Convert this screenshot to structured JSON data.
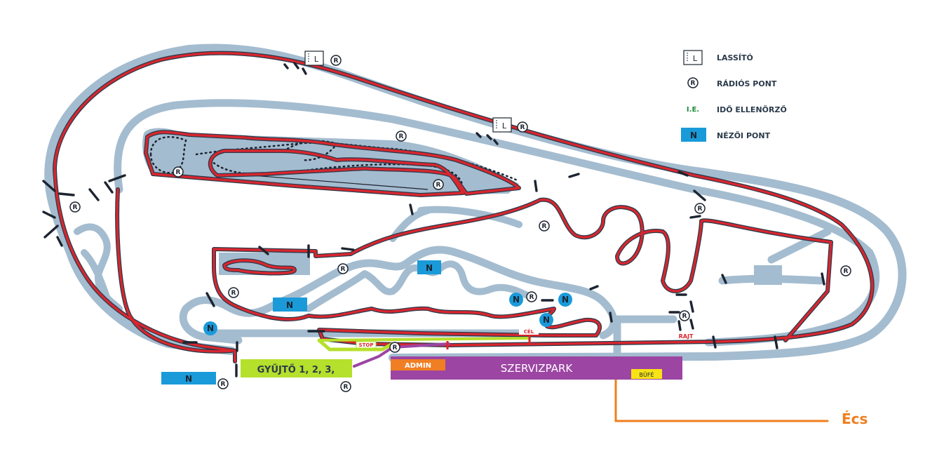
{
  "legend": {
    "slow": "LASSÍTÓ",
    "radio": "RÁDIÓS PONT",
    "time": "IDŐ ELLENÖRZŐ",
    "time_symbol": "I.E.",
    "spectator": "NÉZŐI PONT"
  },
  "symbols": {
    "spectator": "N",
    "radio": "R",
    "slow": "L"
  },
  "labels": {
    "szervizpark": "SZERVIZPARK",
    "admin": "ADMIN",
    "bufe": "BÜFÉ",
    "gyujto": "GYŰJTŐ 1, 2, 3,",
    "stop": "STOP",
    "cel": "CÉL",
    "rajt": "RAJT",
    "ecs": "Écs"
  },
  "colors": {
    "route": "#d9262e",
    "track": "#a4bccf",
    "spectator": "#1a9ad9",
    "gyujto": "#b5e02b",
    "szervizpark": "#9c45a3",
    "admin": "#f07e24",
    "bufe": "#f7e316",
    "ecs": "#ef7f1e",
    "legend_time": "#1e8a3a"
  }
}
